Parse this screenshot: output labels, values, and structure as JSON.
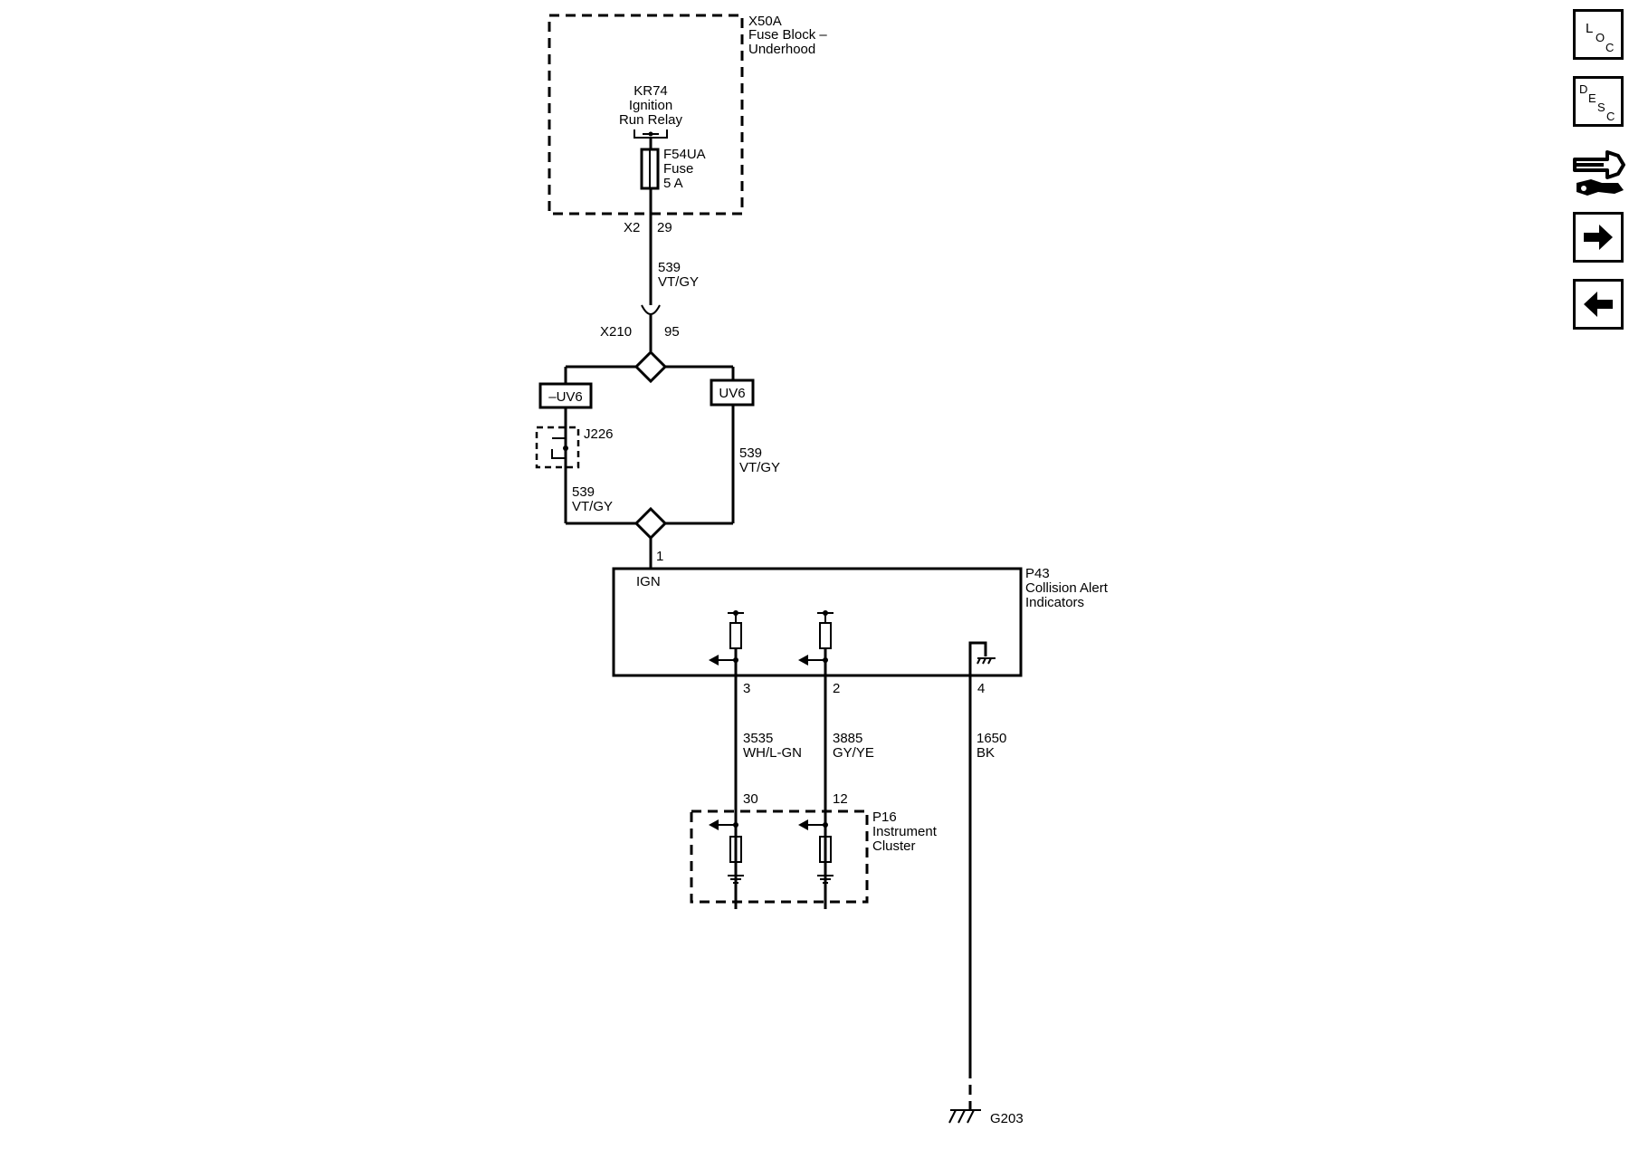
{
  "fuse_block": {
    "id": "X50A",
    "line1": "Fuse Block –",
    "line2": "Underhood"
  },
  "relay": {
    "id": "KR74",
    "line1": "Ignition",
    "line2": "Run Relay"
  },
  "fuse": {
    "id": "F54UA",
    "type": "Fuse",
    "rating": "5 A"
  },
  "conn_x2": {
    "id": "X2",
    "pin": "29"
  },
  "wire_539_top": {
    "circuit": "539",
    "color": "VT/GY"
  },
  "conn_x210": {
    "id": "X210",
    "pin": "95"
  },
  "option_left": "–UV6",
  "option_right": "UV6",
  "jumper": "J226",
  "wire_539_left": {
    "circuit": "539",
    "color": "VT/GY"
  },
  "wire_539_right": {
    "circuit": "539",
    "color": "VT/GY"
  },
  "p43": {
    "pin_ign": "1",
    "ign_label": "IGN",
    "id": "P43",
    "line1": "Collision Alert",
    "line2": "Indicators",
    "pin3": "3",
    "pin2": "2",
    "pin4": "4"
  },
  "wire_3535": {
    "circuit": "3535",
    "color": "WH/L-GN"
  },
  "wire_3885": {
    "circuit": "3885",
    "color": "GY/YE"
  },
  "wire_1650": {
    "circuit": "1650",
    "color": "BK"
  },
  "p16": {
    "pin30": "30",
    "pin12": "12",
    "id": "P16",
    "line1": "Instrument",
    "line2": "Cluster"
  },
  "ground": "G203",
  "nav": {
    "loc_l": "L",
    "loc_o": "O",
    "loc_c": "C",
    "desc_d": "D",
    "desc_e": "E",
    "desc_s": "S",
    "desc_c": "C"
  }
}
